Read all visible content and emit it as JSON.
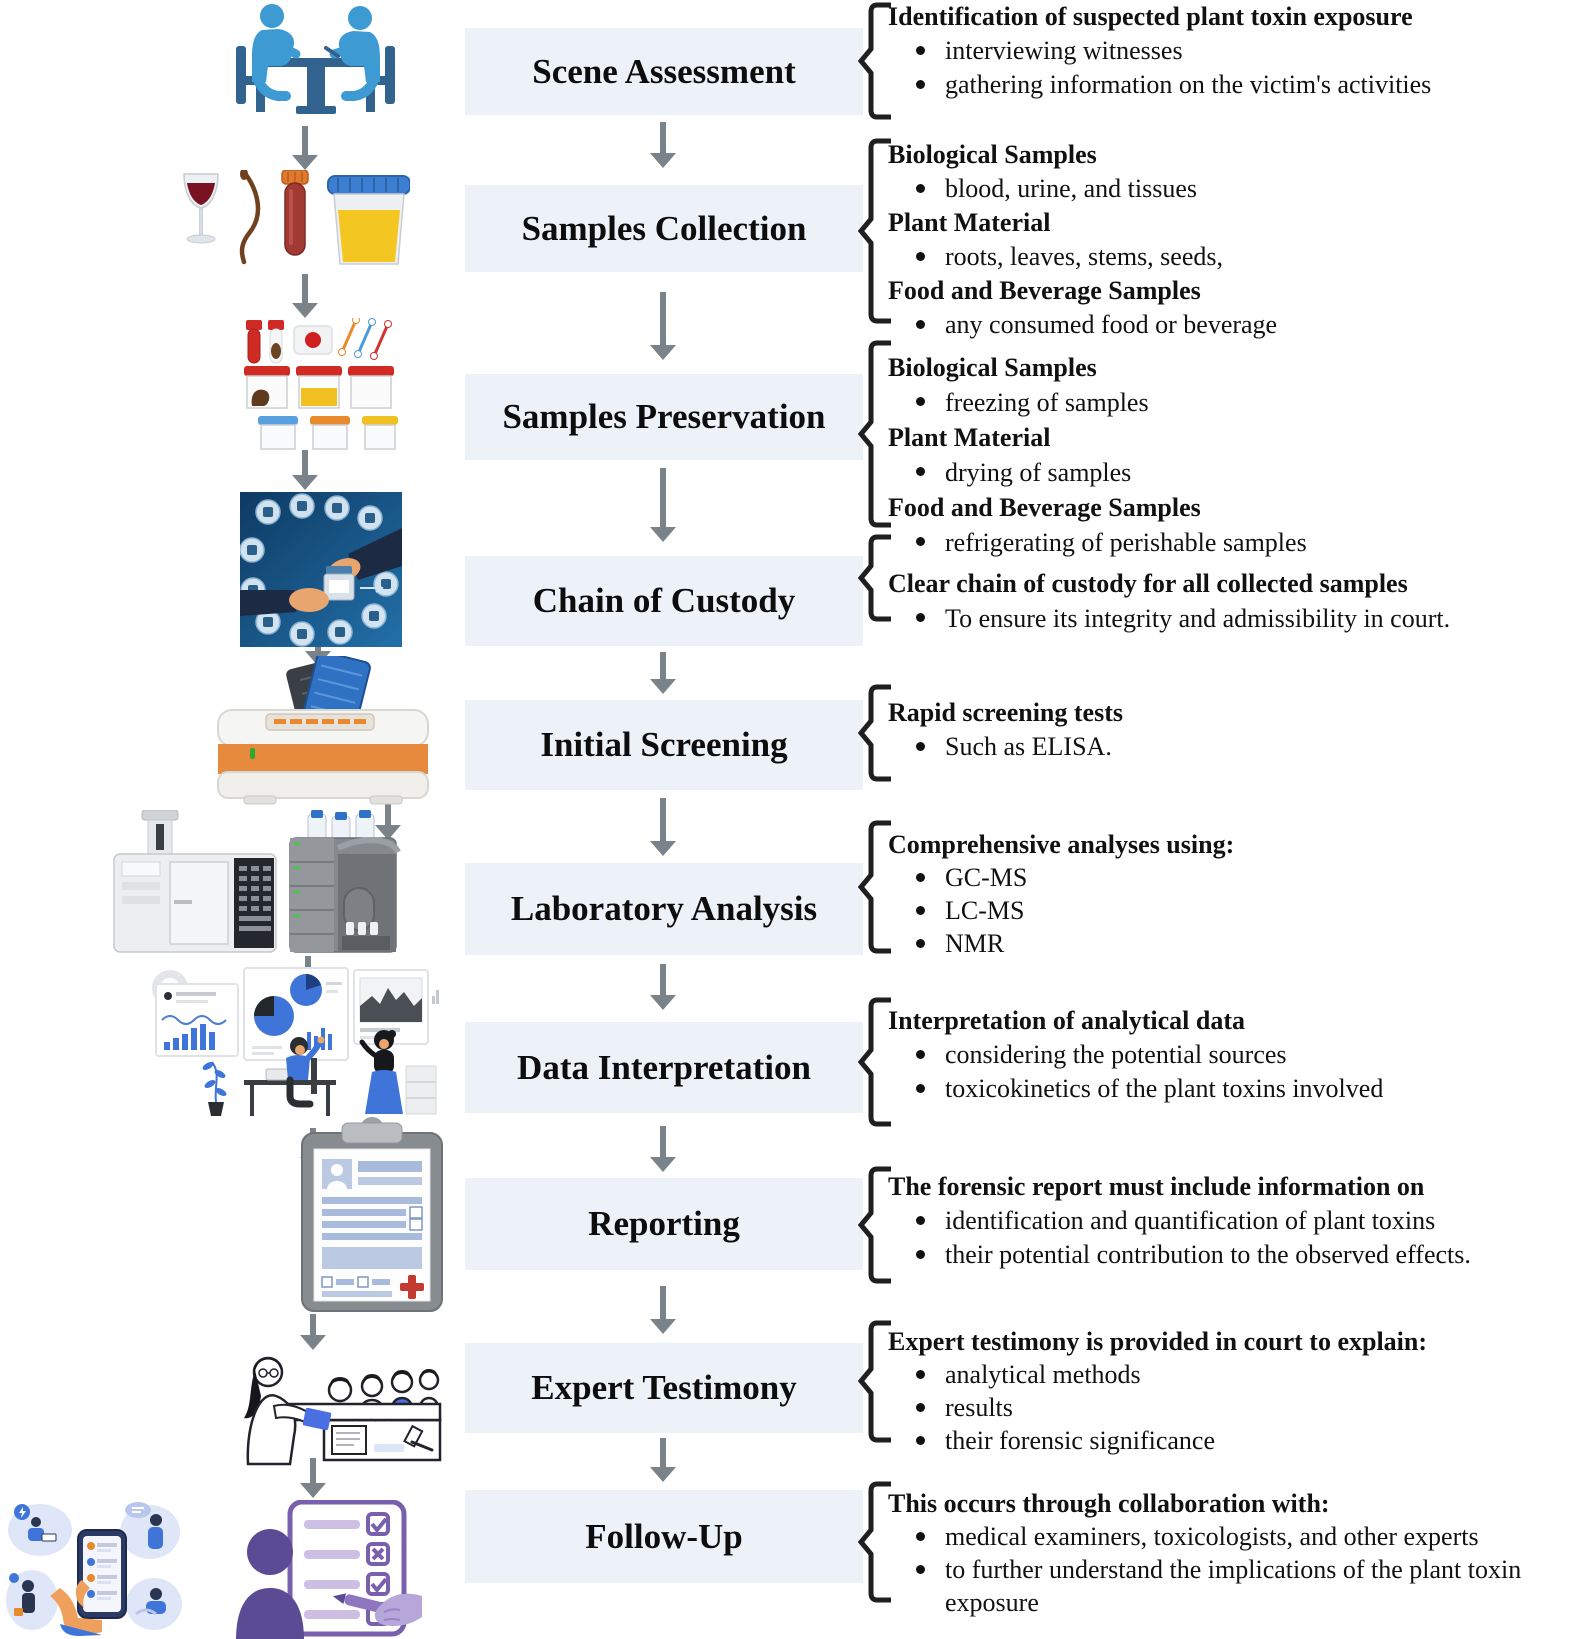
{
  "figure": {
    "kind": "flowchart",
    "direction": "top-to-bottom"
  },
  "colors": {
    "step_box_bg": "#edf1f8",
    "arrow": "#7b838a",
    "text": "#111111",
    "brace": "#1f1f1f"
  },
  "steps": [
    {
      "title": "Scene Assessment",
      "icon": "interview-icon",
      "details": [
        {
          "type": "header",
          "text": "Identification of suspected plant toxin exposure"
        },
        {
          "type": "bullet",
          "text": "interviewing witnesses"
        },
        {
          "type": "bullet",
          "text": "gathering information on the victim's activities"
        }
      ]
    },
    {
      "title": "Samples Collection",
      "icon": "specimen-samples-icon",
      "details": [
        {
          "type": "header",
          "text": "Biological Samples"
        },
        {
          "type": "bullet",
          "text": "blood, urine, and tissues"
        },
        {
          "type": "header",
          "text": "Plant Material"
        },
        {
          "type": "bullet",
          "text": "roots, leaves, stems, seeds,"
        },
        {
          "type": "header",
          "text": "Food and Beverage Samples"
        },
        {
          "type": "bullet",
          "text": "any consumed food or beverage"
        }
      ]
    },
    {
      "title": "Samples Preservation",
      "icon": "sample-containers-icon",
      "details": [
        {
          "type": "header",
          "text": "Biological Samples"
        },
        {
          "type": "bullet",
          "text": "freezing of samples"
        },
        {
          "type": "header",
          "text": "Plant Material"
        },
        {
          "type": "bullet",
          "text": "drying of samples"
        },
        {
          "type": "header",
          "text": "Food and Beverage Samples"
        },
        {
          "type": "bullet",
          "text": "refrigerating of perishable samples"
        }
      ]
    },
    {
      "title": "Chain of Custody",
      "icon": "custody-handover-icon",
      "details": [
        {
          "type": "header",
          "text": "Clear chain of custody for all collected samples"
        },
        {
          "type": "bullet",
          "text": "To ensure its integrity and admissibility in court."
        }
      ]
    },
    {
      "title": "Initial Screening",
      "icon": "elisa-analyzer-icon",
      "details": [
        {
          "type": "header",
          "text": "Rapid screening tests"
        },
        {
          "type": "bullet",
          "text": "Such as ELISA."
        }
      ]
    },
    {
      "title": "Laboratory Analysis",
      "icon": "lab-instruments-icon",
      "details": [
        {
          "type": "header",
          "text": "Comprehensive analyses using:"
        },
        {
          "type": "bullet",
          "text": "GC-MS"
        },
        {
          "type": "bullet",
          "text": "LC-MS"
        },
        {
          "type": "bullet",
          "text": "NMR"
        }
      ]
    },
    {
      "title": "Data Interpretation",
      "icon": "data-charts-icon",
      "details": [
        {
          "type": "header",
          "text": "Interpretation of analytical data"
        },
        {
          "type": "bullet",
          "text": "considering the potential sources"
        },
        {
          "type": "bullet",
          "text": "toxicokinetics of the plant toxins involved"
        }
      ]
    },
    {
      "title": "Reporting",
      "icon": "clipboard-report-icon",
      "details": [
        {
          "type": "header",
          "text": "The forensic report must include information on"
        },
        {
          "type": "bullet",
          "text": "identification and quantification of plant toxins"
        },
        {
          "type": "bullet",
          "text": "their potential contribution to the observed effects."
        }
      ]
    },
    {
      "title": "Expert Testimony",
      "icon": "courtroom-testimony-icon",
      "details": [
        {
          "type": "header",
          "text": "Expert testimony is provided in court to explain:"
        },
        {
          "type": "bullet",
          "text": "analytical methods"
        },
        {
          "type": "bullet",
          "text": "results"
        },
        {
          "type": "bullet",
          "text": "their forensic significance"
        }
      ]
    },
    {
      "title": "Follow-Up",
      "icon": "followup-collaboration-icon",
      "details": [
        {
          "type": "header",
          "text": "This occurs through collaboration with:"
        },
        {
          "type": "bullet",
          "text": "medical examiners, toxicologists, and other experts"
        },
        {
          "type": "bullet",
          "text": "to further understand the implications of the plant toxin exposure"
        }
      ]
    }
  ]
}
